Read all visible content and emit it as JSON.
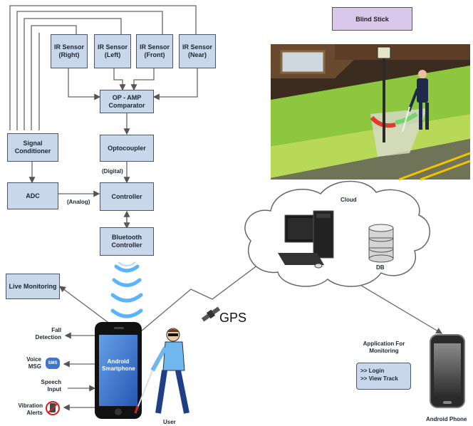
{
  "title": "Blind Stick",
  "sensors": [
    "IR Sensor\n(Right)",
    "IR Sensor\n(Left)",
    "IR Sensor\n(Front)",
    "IR Sensor\n(Near)"
  ],
  "blocks": {
    "comparator": "OP - AMP\nComparator",
    "signal_conditioner": "Signal\nConditioner",
    "optocoupler": "Optocoupler",
    "adc": "ADC",
    "controller": "Controller",
    "bluetooth": "Bluetooth\nController",
    "live_monitoring": "Live Monitoring"
  },
  "edge_labels": {
    "digital": "(Digital)",
    "analog": "(Analog)"
  },
  "phone_labels": {
    "smartphone": "Android\nSmartphone",
    "fall_detection": "Fall\nDetection",
    "voice_msg": "Voice\nMSG",
    "sms_icon": "SMS",
    "speech_input": "Speech\nInput",
    "vibration_alerts": "Vibration\nAlerts",
    "user": "User"
  },
  "network": {
    "gps": "GPS",
    "cloud": "Cloud",
    "db": "DB"
  },
  "monitoring": {
    "app_title": "Application For\nMonitoring",
    "items": [
      ">> Login",
      ">> View Track"
    ],
    "android_phone": "Android Phone"
  },
  "icons": [
    "satellite-icon",
    "computer-icon",
    "database-icon",
    "sms-icon",
    "vibration-icon",
    "phone-icon",
    "user-icon",
    "wireless-signal-icon",
    "street-lamp-icon"
  ]
}
